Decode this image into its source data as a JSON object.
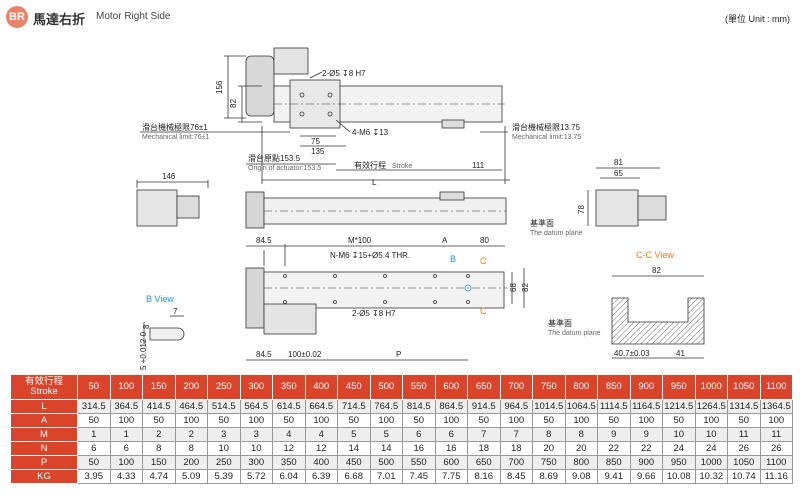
{
  "header": {
    "badge": "BR",
    "title_zh": "馬達右折",
    "title_en": "Motor Right Side",
    "unit": "(單位 Unit : mm)"
  },
  "drawing": {
    "top_view": {
      "dim_156": "156",
      "dim_82": "82",
      "hole_a": "2-Ø5 ↧8 H7",
      "hole_b": "4-M6 ↧13",
      "dim_75": "75",
      "dim_135": "135",
      "limit_left_zh": "滑台機械極限76±1",
      "limit_left_en": "Mechanical limit:76±1",
      "limit_right_zh": "滑台機械極限13.75",
      "limit_right_en": "Mechanical limit:13.75",
      "origin_zh": "滑台原點153.5",
      "origin_en": "Origin of actuator:153.5",
      "stroke_label": "有效行程",
      "stroke_en": "Stroke",
      "dim_111": "111",
      "dim_L": "L"
    },
    "left_view": {
      "dim_146": "146"
    },
    "right_view": {
      "dim_81": "81",
      "dim_65": "65",
      "dim_78": "78",
      "datum_zh": "基準面",
      "datum_en": "The datum plane"
    },
    "bottom_view": {
      "dim_84_5_top": "84.5",
      "dim_M100": "M*100",
      "dim_A": "A",
      "dim_80": "80",
      "hole_n": "N-M6 ↧15+Ø5.4 THR.",
      "hole_b": "2-Ø5 ↧8 H7",
      "dim_68": "68",
      "dim_82": "82",
      "label_B": "B",
      "label_C1": "C",
      "label_C2": "C",
      "dim_84_5_bot": "84.5",
      "dim_100": "100±0.02",
      "dim_P": "P"
    },
    "b_view": {
      "title": "B View",
      "dim_7": "7",
      "dim_8": "8",
      "dim_5": "5 +0.012 0"
    },
    "cc_view": {
      "title": "C-C View",
      "dim_82": "82",
      "datum_zh": "基準面",
      "datum_en": "The datum plane",
      "dim_40": "40.7±0.03",
      "dim_41": "41"
    }
  },
  "table": {
    "head_zh": "有效行程",
    "head_en": "Stroke",
    "strokes": [
      "50",
      "100",
      "150",
      "200",
      "250",
      "300",
      "350",
      "400",
      "450",
      "500",
      "550",
      "600",
      "650",
      "700",
      "750",
      "800",
      "850",
      "900",
      "950",
      "1000",
      "1050",
      "1100"
    ],
    "rows": [
      {
        "label": "L",
        "values": [
          "314.5",
          "364.5",
          "414.5",
          "464.5",
          "514.5",
          "564.5",
          "614.5",
          "664.5",
          "714.5",
          "764.5",
          "814.5",
          "864.5",
          "914.5",
          "964.5",
          "1014.5",
          "1064.5",
          "1114.5",
          "1164.5",
          "1214.5",
          "1264.5",
          "1314.5",
          "1364.5"
        ]
      },
      {
        "label": "A",
        "values": [
          "50",
          "100",
          "50",
          "100",
          "50",
          "100",
          "50",
          "100",
          "50",
          "100",
          "50",
          "100",
          "50",
          "100",
          "50",
          "100",
          "50",
          "100",
          "50",
          "100",
          "50",
          "100"
        ]
      },
      {
        "label": "M",
        "values": [
          "1",
          "1",
          "2",
          "2",
          "3",
          "3",
          "4",
          "4",
          "5",
          "5",
          "6",
          "6",
          "7",
          "7",
          "8",
          "8",
          "9",
          "9",
          "10",
          "10",
          "11",
          "11"
        ]
      },
      {
        "label": "N",
        "values": [
          "6",
          "6",
          "8",
          "8",
          "10",
          "10",
          "12",
          "12",
          "14",
          "14",
          "16",
          "16",
          "18",
          "18",
          "20",
          "20",
          "22",
          "22",
          "24",
          "24",
          "26",
          "26"
        ]
      },
      {
        "label": "P",
        "values": [
          "50",
          "100",
          "150",
          "200",
          "250",
          "300",
          "350",
          "400",
          "450",
          "500",
          "550",
          "600",
          "650",
          "700",
          "750",
          "800",
          "850",
          "900",
          "950",
          "1000",
          "1050",
          "1100"
        ]
      },
      {
        "label": "KG",
        "values": [
          "3.95",
          "4.33",
          "4.74",
          "5.09",
          "5.39",
          "5.72",
          "6.04",
          "6.39",
          "6.68",
          "7.01",
          "7.45",
          "7.75",
          "8.16",
          "8.45",
          "8.69",
          "9.08",
          "9.41",
          "9.66",
          "10.08",
          "10.32",
          "10.74",
          "11.16"
        ]
      }
    ]
  },
  "colors": {
    "accent": "#d9442b",
    "badge": "#e8836a",
    "cview": "#e8812a",
    "bview": "#2a8fd6"
  }
}
